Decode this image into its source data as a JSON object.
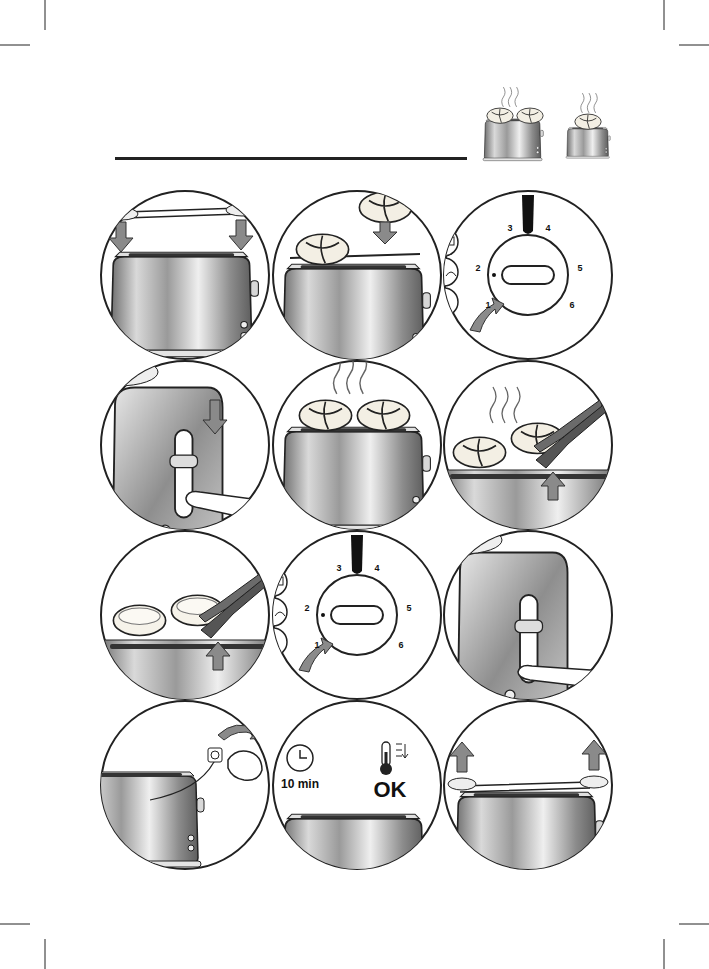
{
  "diagram": {
    "labels": [
      "3",
      "4",
      "2",
      "5",
      "1",
      "6",
      "3",
      "4",
      "2",
      "5",
      "1",
      "6",
      "10 min",
      "OK"
    ]
  }
}
